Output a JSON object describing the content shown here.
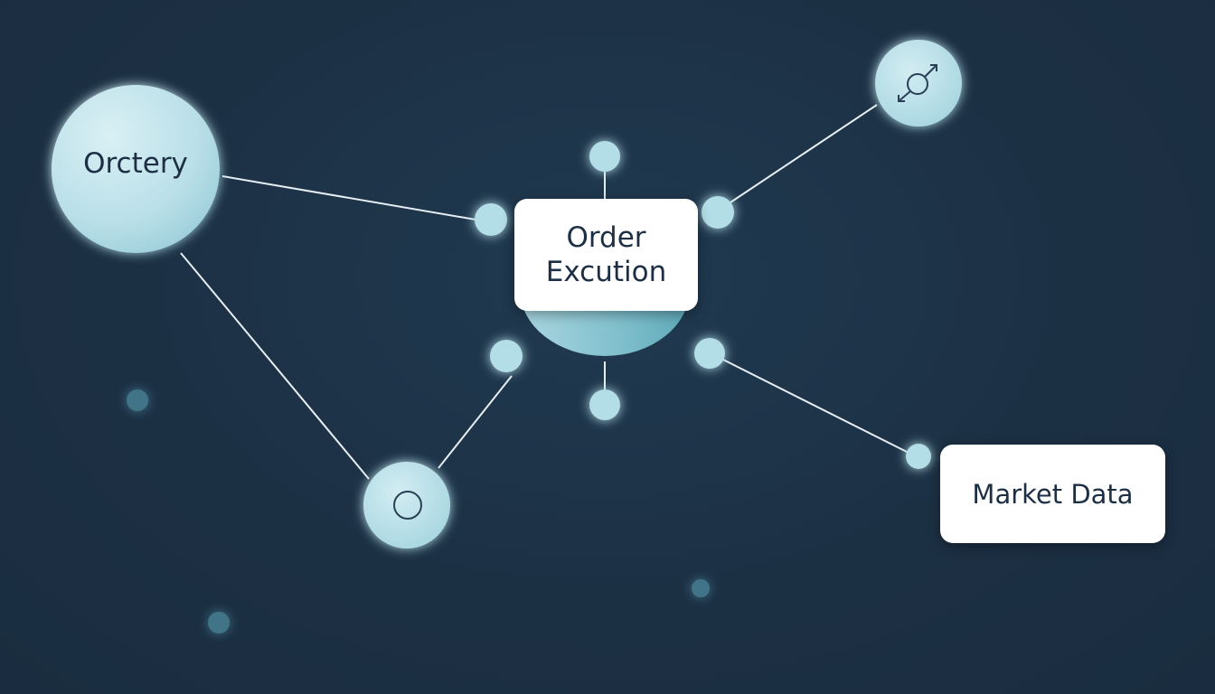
{
  "nodes": {
    "orctery": {
      "label": "Orctery"
    },
    "order_execution": {
      "label_line1": "Order",
      "label_line2": "Excution"
    },
    "market_data": {
      "label": "Market Data"
    }
  },
  "icons": {
    "top_right": "gender-symbol-icon",
    "bottom": "ring-icon"
  },
  "colors": {
    "background": "#1c3044",
    "node_fill": "#bfe2ea",
    "node_fill_dark": "#7fbfcc",
    "connector": "#e6eef3",
    "box": "#ffffff",
    "text": "#1c2f45",
    "faint_dot": "#4f8ba0"
  }
}
